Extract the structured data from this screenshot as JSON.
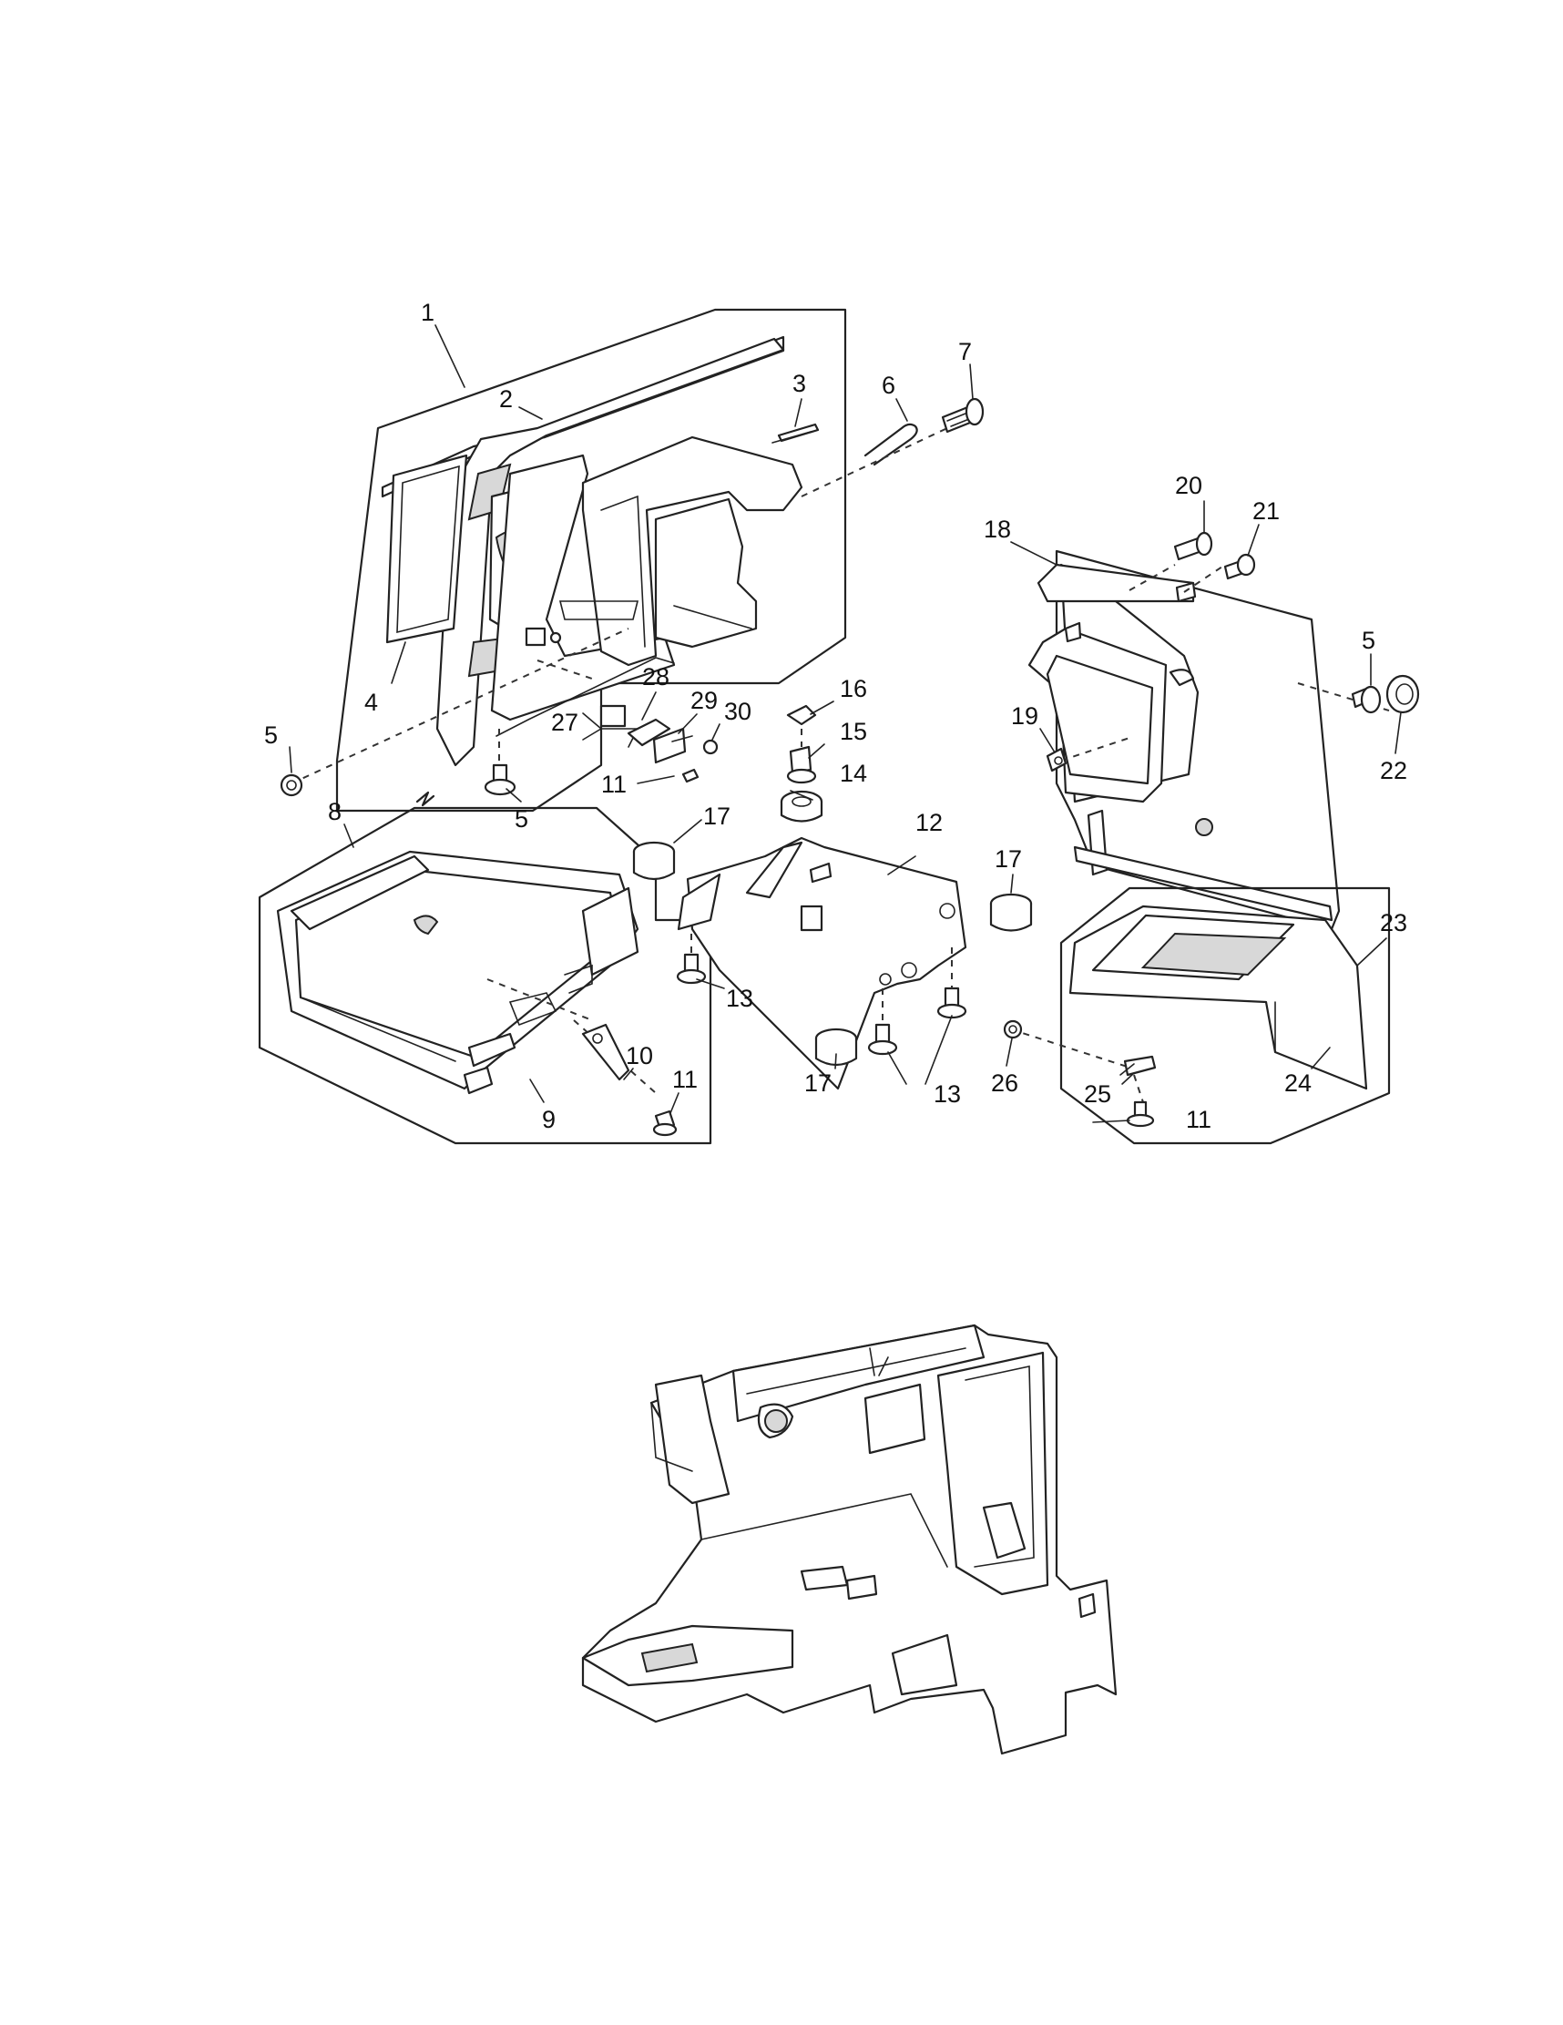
{
  "callouts": [
    {
      "id": "c1",
      "label": "1"
    },
    {
      "id": "c2",
      "label": "2"
    },
    {
      "id": "c3",
      "label": "3"
    },
    {
      "id": "c4",
      "label": "4"
    },
    {
      "id": "c5a",
      "label": "5"
    },
    {
      "id": "c5b",
      "label": "5"
    },
    {
      "id": "c5c",
      "label": "5"
    },
    {
      "id": "c6",
      "label": "6"
    },
    {
      "id": "c7",
      "label": "7"
    },
    {
      "id": "c8",
      "label": "8"
    },
    {
      "id": "c9",
      "label": "9"
    },
    {
      "id": "c10",
      "label": "10"
    },
    {
      "id": "c11a",
      "label": "11"
    },
    {
      "id": "c11b",
      "label": "11"
    },
    {
      "id": "c11c",
      "label": "11"
    },
    {
      "id": "c12",
      "label": "12"
    },
    {
      "id": "c13a",
      "label": "13"
    },
    {
      "id": "c13b",
      "label": "13"
    },
    {
      "id": "c14",
      "label": "14"
    },
    {
      "id": "c15",
      "label": "15"
    },
    {
      "id": "c16",
      "label": "16"
    },
    {
      "id": "c17a",
      "label": "17"
    },
    {
      "id": "c17b",
      "label": "17"
    },
    {
      "id": "c17c",
      "label": "17"
    },
    {
      "id": "c18",
      "label": "18"
    },
    {
      "id": "c19",
      "label": "19"
    },
    {
      "id": "c20",
      "label": "20"
    },
    {
      "id": "c21",
      "label": "21"
    },
    {
      "id": "c22",
      "label": "22"
    },
    {
      "id": "c23",
      "label": "23"
    },
    {
      "id": "c24",
      "label": "24"
    },
    {
      "id": "c25",
      "label": "25"
    },
    {
      "id": "c26",
      "label": "26"
    },
    {
      "id": "c27",
      "label": "27"
    },
    {
      "id": "c28",
      "label": "28"
    },
    {
      "id": "c29",
      "label": "29"
    },
    {
      "id": "c30",
      "label": "30"
    }
  ]
}
